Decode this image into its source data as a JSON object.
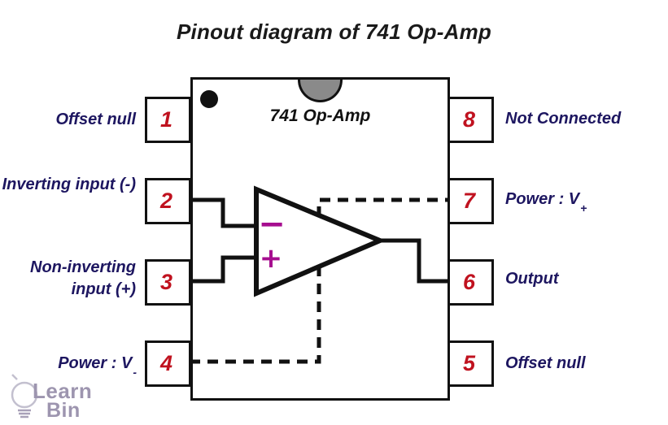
{
  "title": "Pinout diagram of 741 Op-Amp",
  "chip": {
    "label": "741 Op-Amp",
    "minus": "−",
    "plus": "+"
  },
  "pins": {
    "left": [
      {
        "number": "1",
        "label": "Offset null",
        "sub": ""
      },
      {
        "number": "2",
        "label": "Inverting input (-)",
        "sub": ""
      },
      {
        "number": "3",
        "label": "Non-inverting input (+)",
        "sub": ""
      },
      {
        "number": "4",
        "label": "Power : V",
        "sub": "-"
      }
    ],
    "right": [
      {
        "number": "8",
        "label": "Not Connected",
        "sub": ""
      },
      {
        "number": "7",
        "label": "Power : V",
        "sub": "+"
      },
      {
        "number": "6",
        "label": "Output",
        "sub": ""
      },
      {
        "number": "5",
        "label": "Offset null",
        "sub": ""
      }
    ]
  },
  "logo": {
    "line1": "Learn",
    "line2": "Bin"
  },
  "colors": {
    "label_navy": "#1d1660",
    "pin_number_red": "#c0121f",
    "opamp_sign_magenta": "#a60d8f",
    "wire_black": "#111111",
    "notch_gray": "#8a8a8a",
    "logo_gray": "#9d95af",
    "background": "#ffffff"
  }
}
